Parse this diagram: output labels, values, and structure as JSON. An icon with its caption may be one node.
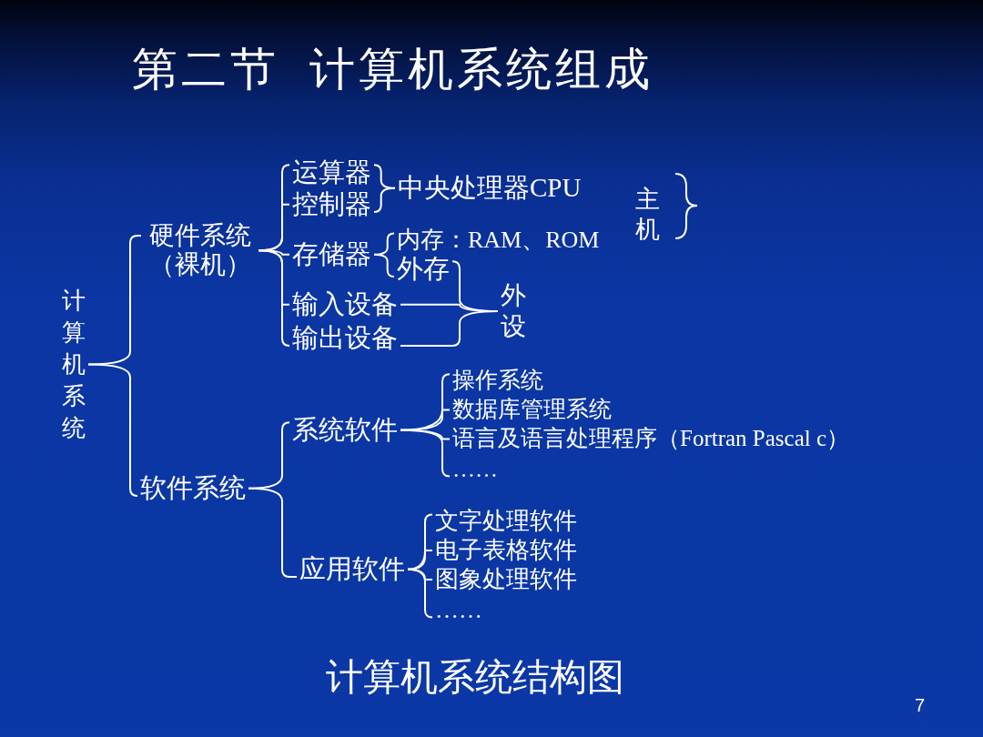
{
  "diagram": {
    "title": "第二节  计算机系统组成",
    "caption": "计算机系统结构图",
    "nodes": [
      {
        "text": [
          "计算机系统"
        ]
      },
      {
        "text": [
          "硬件系统（裸机）"
        ]
      },
      {
        "text": [
          "运算器"
        ]
      },
      {
        "text": [
          "控制器"
        ]
      },
      {
        "text": [
          "中央处理器CPU"
        ]
      },
      {
        "text": [
          "存储器"
        ]
      },
      {
        "text": [
          "内存：RAM、ROM"
        ]
      },
      {
        "text": [
          "外存"
        ]
      },
      {
        "text": [
          "输入设备"
        ]
      },
      {
        "text": [
          "输出设备"
        ]
      },
      {
        "text": [
          "外设"
        ]
      },
      {
        "text": [
          "软件系统"
        ]
      },
      {
        "text": [
          "系统软件"
        ]
      },
      {
        "text": [
          "操作系统"
        ]
      },
      {
        "text": [
          "数据库管理系统"
        ]
      },
      {
        "text": [
          "语言及语言处理程序（Fortran Pascal c）"
        ]
      },
      {
        "text": [
          "……"
        ]
      },
      {
        "text": [
          "应用软件"
        ]
      },
      {
        "text": [
          "文字处理软件"
        ]
      },
      {
        "text": [
          "电子表格软件"
        ]
      },
      {
        "text": [
          "图象处理软件"
        ]
      },
      {
        "text": [
          "……"
        ]
      }
    ],
    "edges": [
      {
        "from": 0,
        "to": 1,
        "arrow": "none"
      },
      {
        "from": 0,
        "to": 11,
        "arrow": "none"
      },
      {
        "from": 1,
        "to": 2,
        "arrow": "none"
      },
      {
        "from": 1,
        "to": 3,
        "arrow": "none"
      },
      {
        "from": 1,
        "to": 5,
        "arrow": "none"
      },
      {
        "from": 1,
        "to": 8,
        "arrow": "none"
      },
      {
        "from": 1,
        "to": 9,
        "arrow": "none"
      },
      {
        "from": 2,
        "to": 4,
        "arrow": "none"
      },
      {
        "from": 3,
        "to": 4,
        "arrow": "none"
      },
      {
        "from": 5,
        "to": 6,
        "arrow": "none"
      },
      {
        "from": 5,
        "to": 7,
        "arrow": "none"
      },
      {
        "from": 7,
        "to": 10,
        "arrow": "none"
      },
      {
        "from": 8,
        "to": 10,
        "arrow": "none"
      },
      {
        "from": 9,
        "to": 10,
        "arrow": "none"
      },
      {
        "from": 11,
        "to": 12,
        "arrow": "none"
      },
      {
        "from": 11,
        "to": 17,
        "arrow": "none"
      },
      {
        "from": 12,
        "to": 13,
        "arrow": "none"
      },
      {
        "from": 12,
        "to": 14,
        "arrow": "none"
      },
      {
        "from": 12,
        "to": 15,
        "arrow": "none"
      },
      {
        "from": 12,
        "to": 16,
        "arrow": "none"
      },
      {
        "from": 17,
        "to": 18,
        "arrow": "none"
      },
      {
        "from": 17,
        "to": 19,
        "arrow": "none"
      },
      {
        "from": 17,
        "to": 20,
        "arrow": "none"
      },
      {
        "from": 17,
        "to": 21,
        "arrow": "none"
      }
    ],
    "labels": [
      "主机",
      "7"
    ]
  }
}
